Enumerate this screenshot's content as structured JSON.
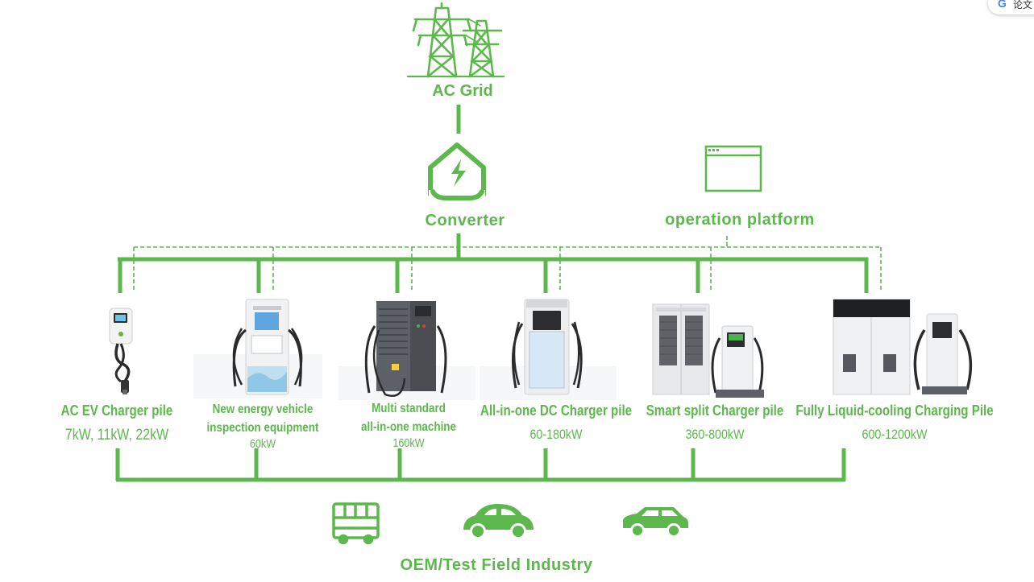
{
  "colors": {
    "green": "#5cb84c",
    "grey_body": "#e9eaec",
    "dark_body": "#5d6066",
    "cable": "#2b2b2b"
  },
  "top": {
    "grid_label": "AC Grid",
    "converter_label": "Converter",
    "platform_label": "operation platform"
  },
  "bottom": {
    "industry_label": "OEM/Test Field Industry"
  },
  "chargers": [
    {
      "title": "AC EV Charger  pile",
      "power": "7kW, 11kW, 22kW"
    },
    {
      "title": "New energy vehicle",
      "title2": "inspection equipment",
      "power": "60kW"
    },
    {
      "title": "Multi standard",
      "title2": "all-in-one machine",
      "power": "160kW"
    },
    {
      "title": "All-in-one DC Charger  pile",
      "power": "60-180kW"
    },
    {
      "title": "Smart split Charger pile",
      "power": "360-800kW"
    },
    {
      "title": "Fully Liquid-cooling Charging Pile",
      "power": "600-1200kW"
    }
  ],
  "icons": {
    "grid": "power-tower-icon",
    "converter": "house-lightning-icon",
    "platform": "browser-window-icon",
    "vehicles": [
      "bus-icon",
      "car-icon",
      "suv-icon"
    ]
  },
  "browser_chip": {
    "glyph": "G",
    "text": "论文"
  }
}
